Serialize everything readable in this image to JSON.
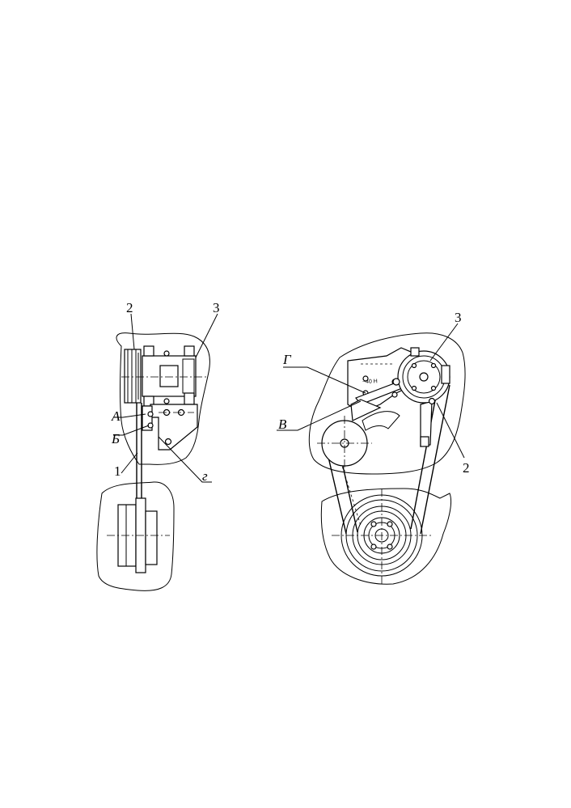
{
  "labels": {
    "left_1": "1",
    "left_2": "2",
    "left_3": "3",
    "left_A": "А",
    "left_B": "Б",
    "left_G": "г",
    "right_2": "2",
    "right_3": "3",
    "right_V": "В",
    "right_G": "Г",
    "dim_note": "~40 Н"
  },
  "icons": [
    "alternator-side-view",
    "alternator-front-view",
    "crankshaft-pulley",
    "fan-pulley",
    "v-belt"
  ]
}
